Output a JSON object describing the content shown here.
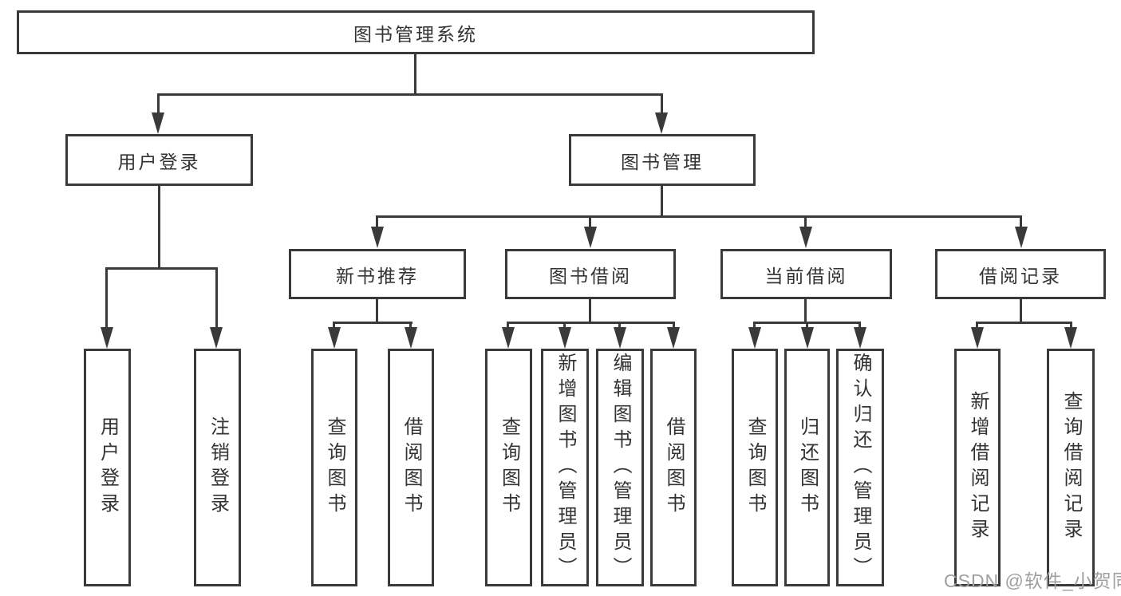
{
  "colors": {
    "line": "#3a3a3a",
    "text": "#333333",
    "watermark": "#a0a0a0",
    "background": "#ffffff"
  },
  "watermark": {
    "text": "CSDN @软件_小贺同学"
  },
  "diagram": {
    "type": "hierarchy-tree",
    "root": {
      "label": "图书管理系统"
    },
    "branches": [
      {
        "label": "用户登录",
        "children": [
          {
            "label": "用户登录"
          },
          {
            "label": "注销登录"
          }
        ]
      },
      {
        "label": "图书管理",
        "children": [
          {
            "label": "新书推荐",
            "children": [
              {
                "label": "查询图书"
              },
              {
                "label": "借阅图书"
              }
            ]
          },
          {
            "label": "图书借阅",
            "children": [
              {
                "label": "查询图书"
              },
              {
                "label": "新增图书（管理员）"
              },
              {
                "label": "编辑图书（管理员）"
              },
              {
                "label": "借阅图书"
              }
            ]
          },
          {
            "label": "当前借阅",
            "children": [
              {
                "label": "查询图书"
              },
              {
                "label": "归还图书"
              },
              {
                "label": "确认归还（管理员）"
              }
            ]
          },
          {
            "label": "借阅记录",
            "children": [
              {
                "label": "新增借阅记录"
              },
              {
                "label": "查询借阅记录"
              }
            ]
          }
        ]
      }
    ]
  }
}
